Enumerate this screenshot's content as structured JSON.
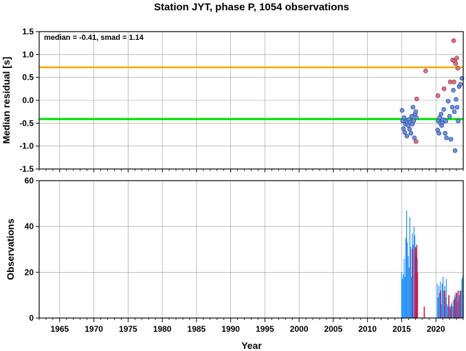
{
  "chart_data": [
    {
      "type": "scatter",
      "title": "Station JYT, phase P, 1054 observations",
      "xlabel": "",
      "ylabel": "Median residual [s]",
      "xlim": [
        1962,
        2024
      ],
      "ylim": [
        -1.5,
        1.5
      ],
      "yticks": [
        -1.5,
        -1.0,
        -0.5,
        0.0,
        0.5,
        1.0,
        1.5
      ],
      "ytick_labels": [
        "-1.5",
        "-1.0",
        "-0.5",
        "0.0",
        "0.5",
        "1.0",
        "1.5"
      ],
      "grid": true,
      "annotation": "median = -0.41, smad = 1.14",
      "reference_lines": [
        {
          "y": 0.72,
          "color": "#ffa500"
        },
        {
          "y": -0.41,
          "color": "#00e600"
        }
      ],
      "colors": {
        "normal": "#6495ed",
        "outlier": "#ff6a6a"
      },
      "series": [
        {
          "points": [
            [
              2015.05,
              -0.22
            ],
            [
              2015.15,
              -0.45
            ],
            [
              2015.25,
              -0.62
            ],
            [
              2015.35,
              -0.38
            ],
            [
              2015.45,
              -0.7
            ],
            [
              2015.55,
              -0.52
            ],
            [
              2015.65,
              -0.45
            ],
            [
              2015.75,
              -0.78
            ],
            [
              2015.85,
              -0.48
            ],
            [
              2015.95,
              -0.55
            ],
            [
              2016.05,
              -0.42
            ],
            [
              2016.15,
              -0.63
            ],
            [
              2016.25,
              -0.48
            ],
            [
              2016.35,
              -0.72
            ],
            [
              2016.45,
              -0.35
            ],
            [
              2016.55,
              -0.52
            ],
            [
              2016.65,
              -0.15
            ],
            [
              2016.75,
              -0.45
            ],
            [
              2016.85,
              -0.82
            ],
            [
              2016.95,
              -0.3
            ],
            [
              2017.05,
              -0.25
            ],
            [
              2017.15,
              -0.38
            ],
            [
              2020.25,
              -0.65
            ],
            [
              2020.35,
              -0.45
            ],
            [
              2020.45,
              -0.72
            ],
            [
              2020.55,
              -0.38
            ],
            [
              2020.65,
              -0.5
            ],
            [
              2020.75,
              -0.3
            ],
            [
              2020.85,
              -0.55
            ],
            [
              2020.95,
              -0.48
            ],
            [
              2021.05,
              -0.42
            ],
            [
              2021.15,
              -0.2
            ],
            [
              2021.35,
              -0.72
            ],
            [
              2021.45,
              -0.45
            ],
            [
              2021.55,
              -0.82
            ],
            [
              2021.8,
              -0.02
            ],
            [
              2022.0,
              -0.35
            ],
            [
              2022.2,
              -0.85
            ],
            [
              2022.4,
              -0.15
            ],
            [
              2022.55,
              0.22
            ],
            [
              2022.7,
              -0.25
            ],
            [
              2022.8,
              -1.1
            ],
            [
              2022.95,
              0.02
            ],
            [
              2023.1,
              -0.15
            ],
            [
              2023.25,
              -0.45
            ],
            [
              2023.4,
              0.3
            ],
            [
              2023.6,
              0.35
            ],
            [
              2023.8,
              0.48
            ]
          ]
        },
        {
          "points": [
            [
              2017.1,
              -0.9
            ],
            [
              2017.2,
              0.03
            ],
            [
              2018.5,
              0.64
            ],
            [
              2020.3,
              0.1
            ],
            [
              2021.2,
              0.25
            ],
            [
              2022.1,
              0.4
            ],
            [
              2022.45,
              0.88
            ],
            [
              2022.6,
              1.3
            ],
            [
              2022.75,
              0.85
            ],
            [
              2022.9,
              0.8
            ],
            [
              2023.05,
              0.92
            ],
            [
              2023.2,
              0.7
            ],
            [
              2022.65,
              0.4
            ]
          ]
        }
      ]
    },
    {
      "type": "bar",
      "title": "",
      "xlabel": "Year",
      "ylabel": "Observations",
      "xlim": [
        1962,
        2024
      ],
      "ylim": [
        0,
        60
      ],
      "yticks": [
        0,
        20,
        40,
        60
      ],
      "xticks": [
        1965,
        1970,
        1975,
        1980,
        1985,
        1990,
        1995,
        2000,
        2005,
        2010,
        2015,
        2020
      ],
      "grid": true,
      "colors": {
        "normal": "#1e90ff",
        "outlier": "#dc143c"
      },
      "bar_width_years": 0.12,
      "series": [
        {
          "x": [
            2015.0,
            2015.12,
            2015.24,
            2015.36,
            2015.48,
            2015.6,
            2015.72,
            2015.84,
            2015.96,
            2016.08,
            2016.2,
            2016.32,
            2016.44,
            2016.56,
            2016.68,
            2016.8,
            2016.92,
            2017.04,
            2017.16,
            2017.28,
            2020.2,
            2020.32,
            2020.44,
            2020.56,
            2020.68,
            2020.8,
            2020.92,
            2021.04,
            2021.16,
            2021.28,
            2021.4,
            2021.52,
            2021.64,
            2021.76,
            2021.88,
            2022.0,
            2022.12,
            2022.24,
            2022.36,
            2022.48,
            2022.6,
            2022.72,
            2022.84,
            2022.96,
            2023.08,
            2023.2,
            2023.32,
            2023.44,
            2023.56,
            2023.68,
            2023.8,
            2023.92
          ],
          "values": [
            20,
            17,
            19,
            26,
            18,
            35,
            47,
            33,
            27,
            22,
            44,
            31,
            18,
            37,
            32,
            40,
            36,
            30,
            20,
            26,
            15,
            9,
            14,
            11,
            16,
            6,
            15,
            18,
            12,
            14,
            9,
            17,
            6,
            5,
            10,
            5,
            4,
            6,
            7,
            5,
            8,
            10,
            9,
            6,
            11,
            7,
            8,
            10,
            6,
            12,
            17,
            18
          ]
        },
        {
          "x": [
            2016.55,
            2017.0,
            2017.1,
            2017.2,
            2017.3,
            2018.3,
            2020.7,
            2021.3,
            2021.9,
            2022.2,
            2022.7,
            2022.95,
            2023.25,
            2023.55
          ],
          "values": [
            30,
            31,
            27,
            32,
            20,
            5,
            12,
            12,
            10,
            5,
            8,
            11,
            12,
            12
          ]
        }
      ]
    }
  ]
}
